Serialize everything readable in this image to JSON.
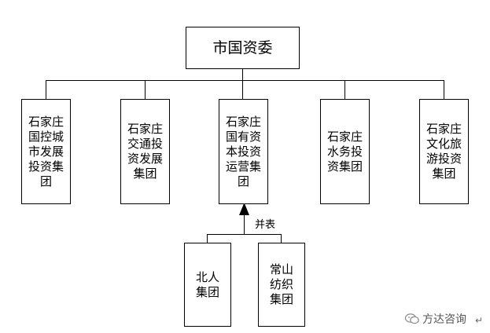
{
  "org_chart": {
    "root": "市国资委",
    "children": [
      "石家庄\n国控城\n市发展\n投资集\n团",
      "石家庄\n交通投\n资发展\n集团",
      "石家庄\n国有资\n本投资\n运营集\n团",
      "石家庄\n水务投\n资集团",
      "石家庄\n文化旅\n游投资\n集团"
    ],
    "merge_label": "并表",
    "merged": [
      "北人\n集团",
      "常山\n纺织\n集团"
    ]
  },
  "watermark": {
    "text": "方达咨询",
    "icon": "wechat-icon"
  },
  "colors": {
    "line": "#000000",
    "watermark": "#555555"
  }
}
